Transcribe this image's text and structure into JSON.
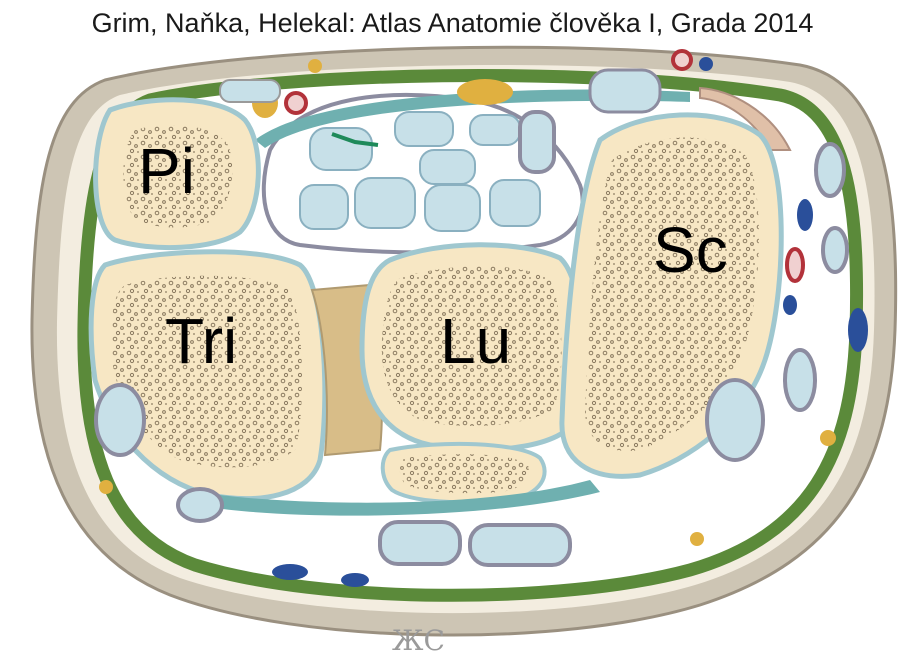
{
  "citation": "Grim, Naňka, Helekal: Atlas Anatomie člověka I, Grada 2014",
  "labels": {
    "pisiform": "Pi",
    "triquetrum": "Tri",
    "lunate": "Lu",
    "scaphoid": "Sc"
  },
  "orientation_mark": "ЖС",
  "colors": {
    "skin": "#cdc5b4",
    "fascia": "#5b8a3a",
    "bone": "#f7e7c4",
    "tendon": "#c7e0e8",
    "sheath": "#9fc7cf",
    "ligament": "#6fb0b0",
    "vein": "#2a4f9a",
    "artery": "#b2323a",
    "fat": "#e0b040",
    "nerve_mark": "#1e8a5a"
  }
}
